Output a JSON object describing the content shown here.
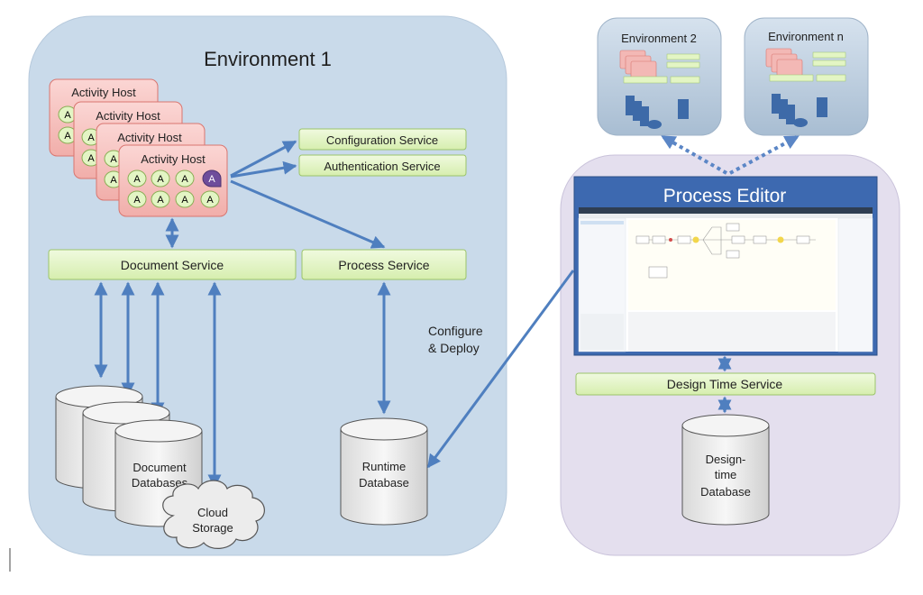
{
  "env1": {
    "title": "Environment 1",
    "activity_host_label": "Activity Host",
    "activity_letter": "A",
    "services": {
      "configuration": "Configuration Service",
      "authentication": "Authentication Service",
      "document": "Document  Service",
      "process": "Process Service"
    },
    "document_db": {
      "line1": "Document",
      "line2": "Databases"
    },
    "cloud": {
      "line1": "Cloud",
      "line2": "Storage"
    },
    "runtime_db": {
      "line1": "Runtime",
      "line2": "Database"
    }
  },
  "deploy_label": {
    "line1": "Configure",
    "line2": "& Deploy"
  },
  "env2": {
    "title": "Environment 2"
  },
  "envn": {
    "title": "Environment n"
  },
  "editor_panel": {
    "title": "Process Editor",
    "design_time_service": "Design Time Service",
    "design_db": {
      "line1": "Design-",
      "line2": "time",
      "line3": "Database"
    }
  },
  "colors": {
    "env1_bg": "#c9daea",
    "editor_bg": "#e4dfee",
    "service_fill": "#e3f5c4",
    "service_stroke": "#9bc46a",
    "host_fill": "#f6c2c0",
    "host_stroke": "#d9756f",
    "arrow": "#4f7fbf",
    "title_bar": "#3d69b0"
  }
}
